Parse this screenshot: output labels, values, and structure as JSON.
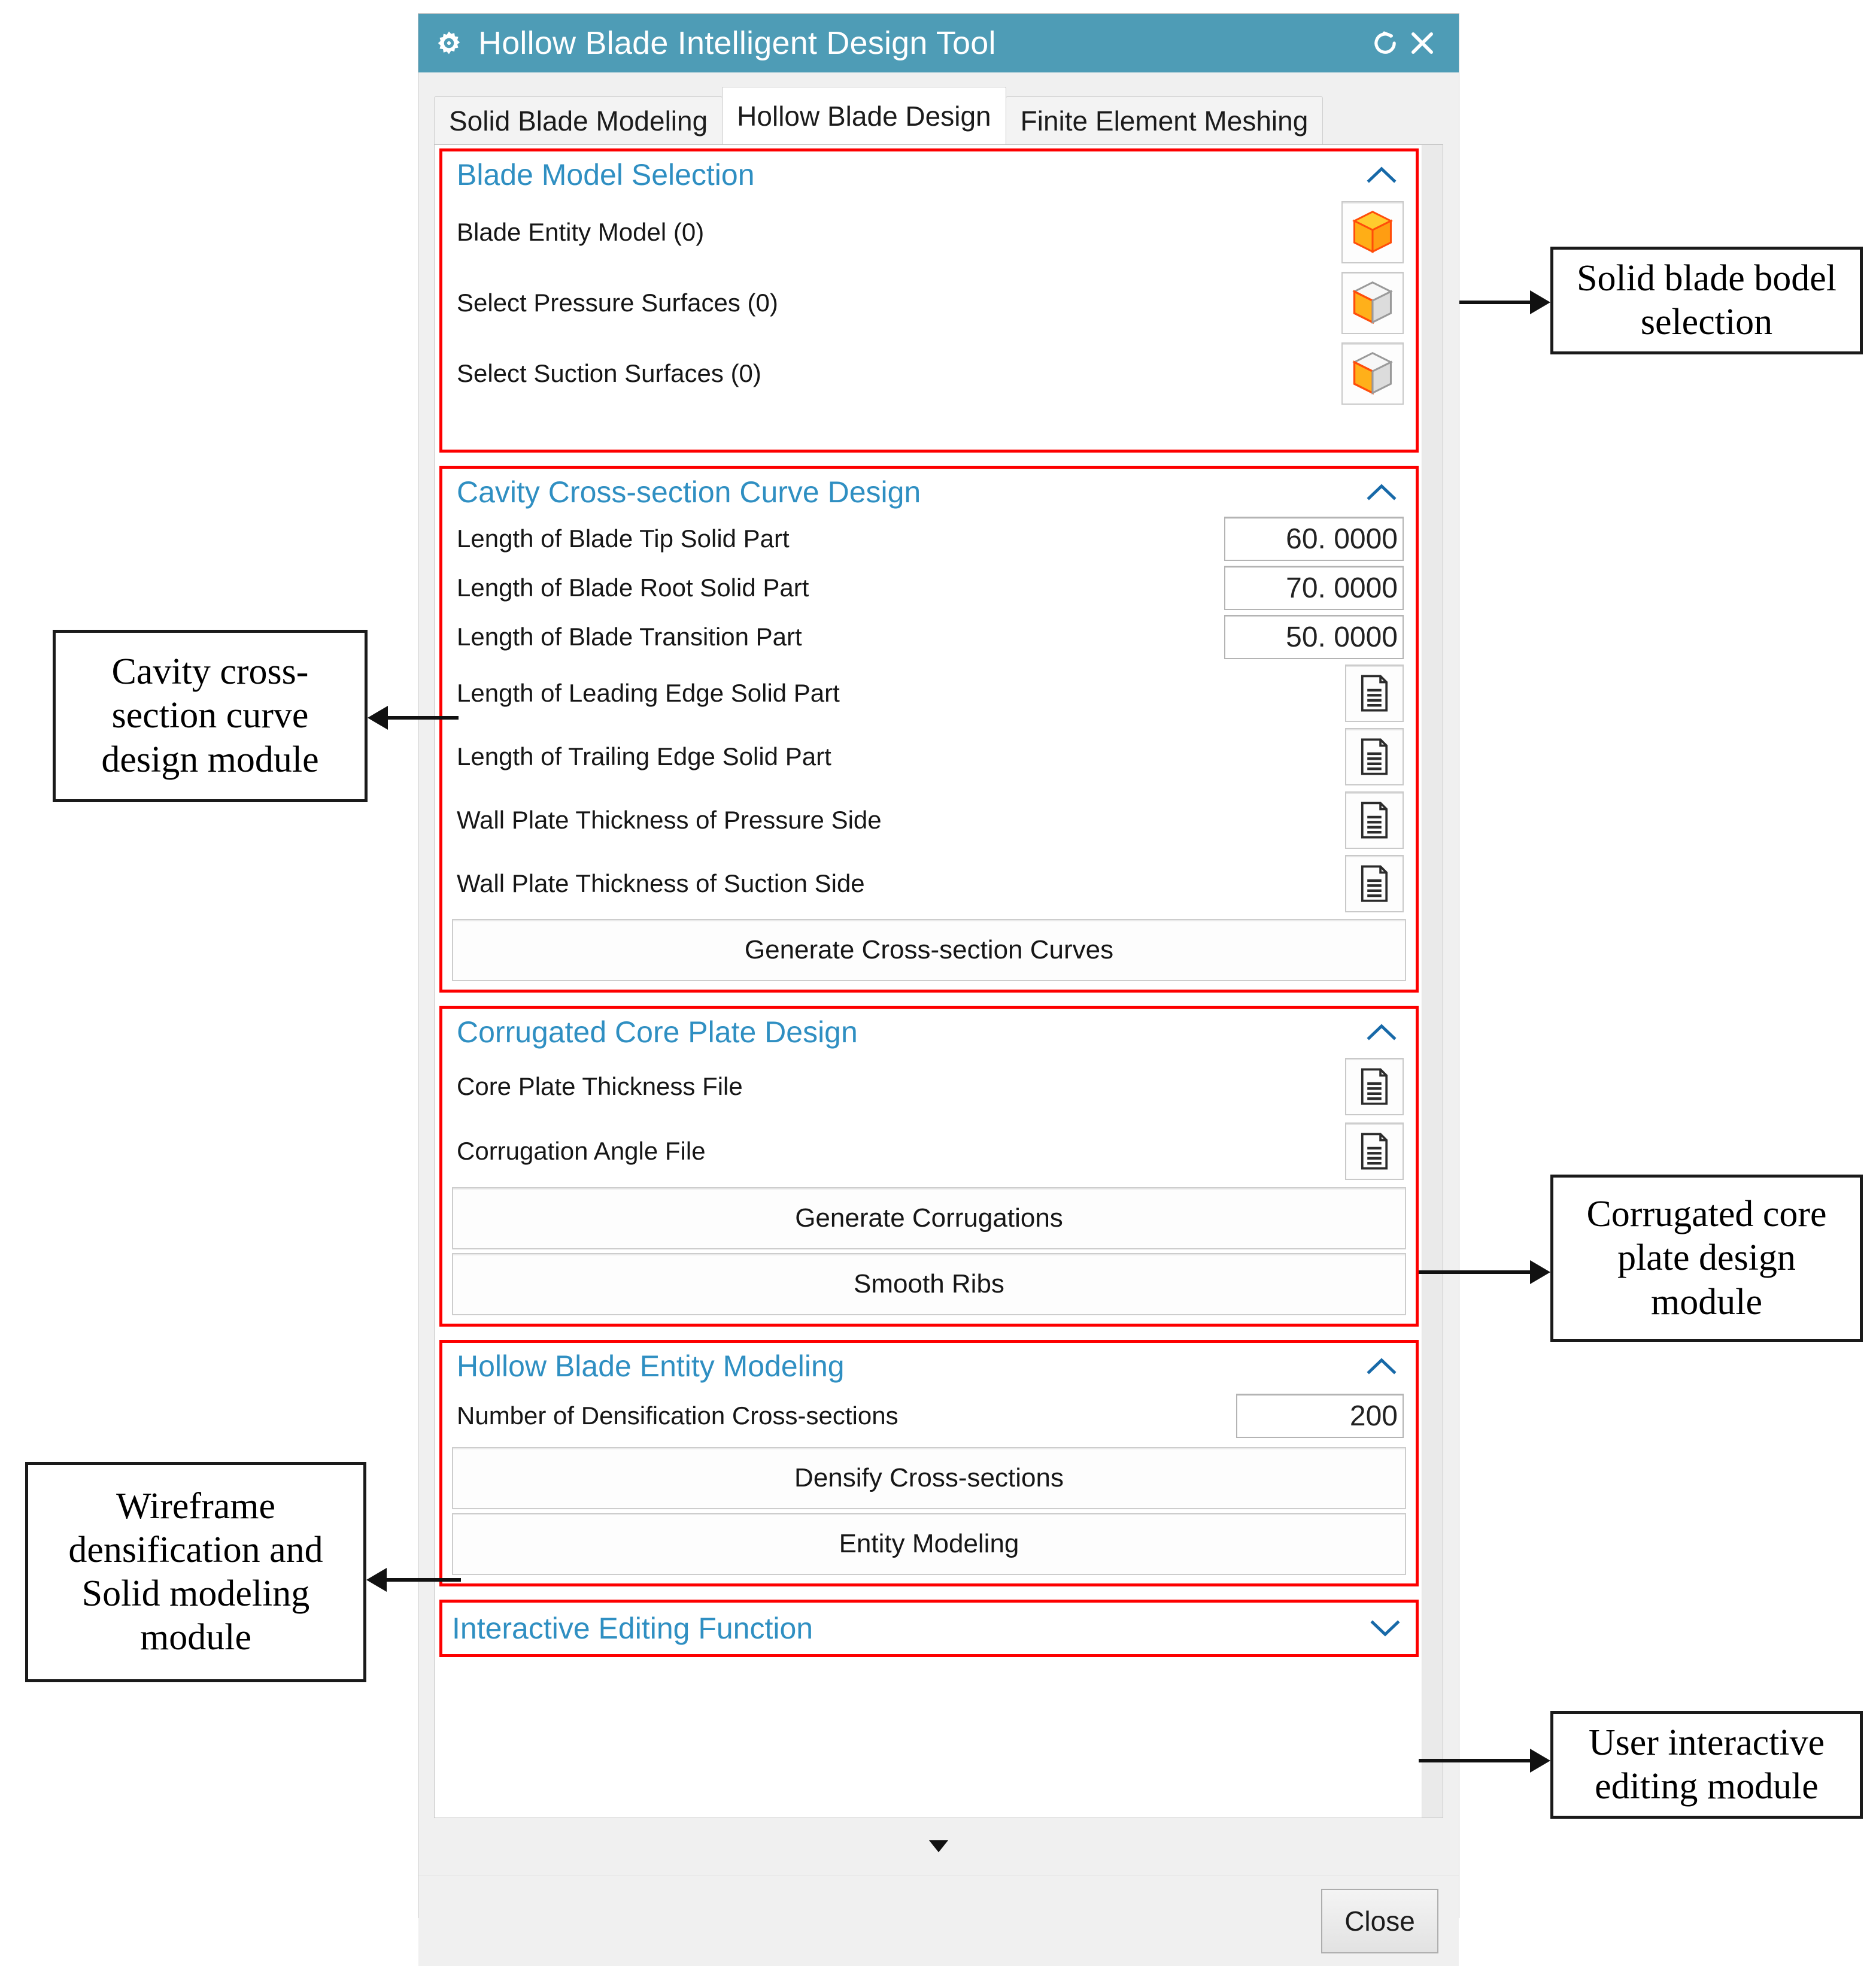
{
  "window": {
    "title": "Hollow Blade Intelligent Design Tool",
    "gear_icon": "gear-icon",
    "refresh_icon": "refresh-icon",
    "close_icon": "close-x-icon",
    "titlebar_color": "#4e9cb6"
  },
  "tabs": [
    {
      "label": "Solid Blade Modeling",
      "active": false
    },
    {
      "label": "Hollow Blade Design",
      "active": true
    },
    {
      "label": "Finite Element Meshing",
      "active": false
    }
  ],
  "groups": {
    "blade_model_selection": {
      "title": "Blade Model Selection",
      "chevron": "chevron-up-icon",
      "rows": [
        {
          "label": "Blade Entity Model (0)",
          "icon": "solid-cube-icon"
        },
        {
          "label": "Select Pressure Surfaces (0)",
          "icon": "face-cube-icon"
        },
        {
          "label": "Select Suction Surfaces (0)",
          "icon": "face-cube-icon"
        }
      ]
    },
    "cavity_cross_section": {
      "title": "Cavity Cross-section Curve Design",
      "chevron": "chevron-up-icon",
      "rows": [
        {
          "label": "Length of Blade Tip Solid Part",
          "value": "60. 0000",
          "control": "numbox"
        },
        {
          "label": "Length of Blade Root Solid Part",
          "value": "70. 0000",
          "control": "numbox"
        },
        {
          "label": "Length of Blade Transition Part",
          "value": "50. 0000",
          "control": "numbox"
        },
        {
          "label": "Length of Leading Edge Solid Part",
          "icon": "file-icon",
          "control": "file"
        },
        {
          "label": "Length of Trailing Edge Solid Part",
          "icon": "file-icon",
          "control": "file"
        },
        {
          "label": "Wall Plate Thickness of Pressure Side",
          "icon": "file-icon",
          "control": "file"
        },
        {
          "label": "Wall Plate Thickness of Suction Side",
          "icon": "file-icon",
          "control": "file"
        }
      ],
      "buttons": [
        "Generate Cross-section Curves"
      ]
    },
    "corrugated_core_plate": {
      "title": "Corrugated Core Plate Design",
      "chevron": "chevron-up-icon",
      "rows": [
        {
          "label": "Core Plate Thickness File",
          "icon": "file-icon",
          "control": "file"
        },
        {
          "label": "Corrugation Angle File",
          "icon": "file-icon",
          "control": "file"
        }
      ],
      "buttons": [
        "Generate Corrugations",
        "Smooth Ribs"
      ]
    },
    "hollow_blade_entity": {
      "title": "Hollow Blade Entity Modeling",
      "chevron": "chevron-up-icon",
      "rows": [
        {
          "label": "Number of Densification Cross-sections",
          "value": "200",
          "control": "numbox"
        }
      ],
      "buttons": [
        "Densify Cross-sections",
        "Entity Modeling"
      ]
    },
    "interactive_editing": {
      "title": "Interactive Editing Function",
      "chevron": "chevron-down-icon"
    }
  },
  "footer": {
    "more_icon": "triangle-down-icon",
    "close_label": "Close"
  },
  "annotations": [
    {
      "id": "a1",
      "text": "Solid blade bodel selection"
    },
    {
      "id": "a2",
      "text": "Cavity cross-section curve design module"
    },
    {
      "id": "a3",
      "text": "Corrugated core plate design module"
    },
    {
      "id": "a4",
      "text": "Wireframe densification and Solid modeling module"
    },
    {
      "id": "a5",
      "text": "User interactive editing module"
    }
  ],
  "colors": {
    "group_outline": "#fd0000",
    "group_title": "#2f8fc2",
    "titlebar": "#4e9cb6",
    "cube_orange": "#ffa41f"
  }
}
